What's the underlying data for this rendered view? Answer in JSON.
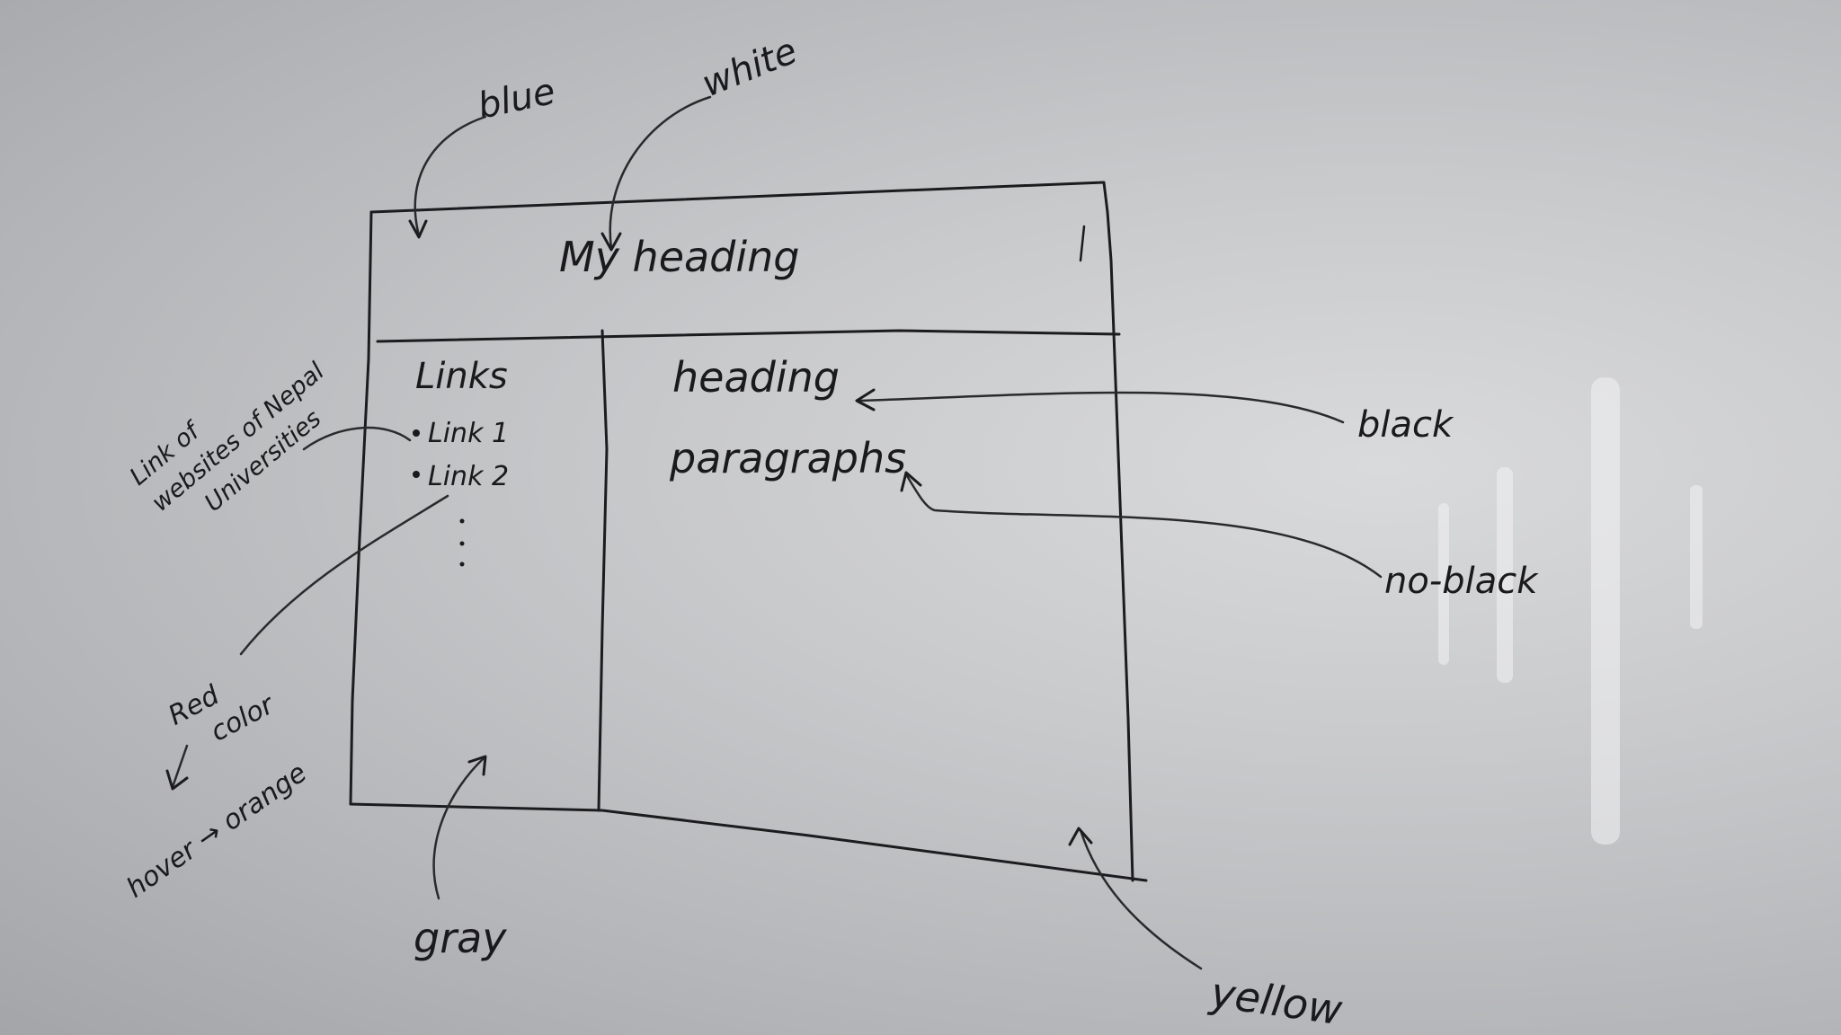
{
  "sketch": {
    "header": {
      "title": "My heading"
    },
    "sidebar": {
      "heading": "Links",
      "items": [
        "Link 1",
        "Link 2"
      ]
    },
    "main": {
      "heading": "heading",
      "paragraph": "paragraphs"
    }
  },
  "annotations": {
    "blue": "blue",
    "white": "white",
    "black": "black",
    "no_black": "no-black",
    "gray": "gray",
    "yellow": "yellow",
    "red_color": [
      "Red",
      "color"
    ],
    "hover": "hover → orange",
    "links_note": [
      "Link of",
      "websites of Nepal",
      "Universities"
    ]
  }
}
